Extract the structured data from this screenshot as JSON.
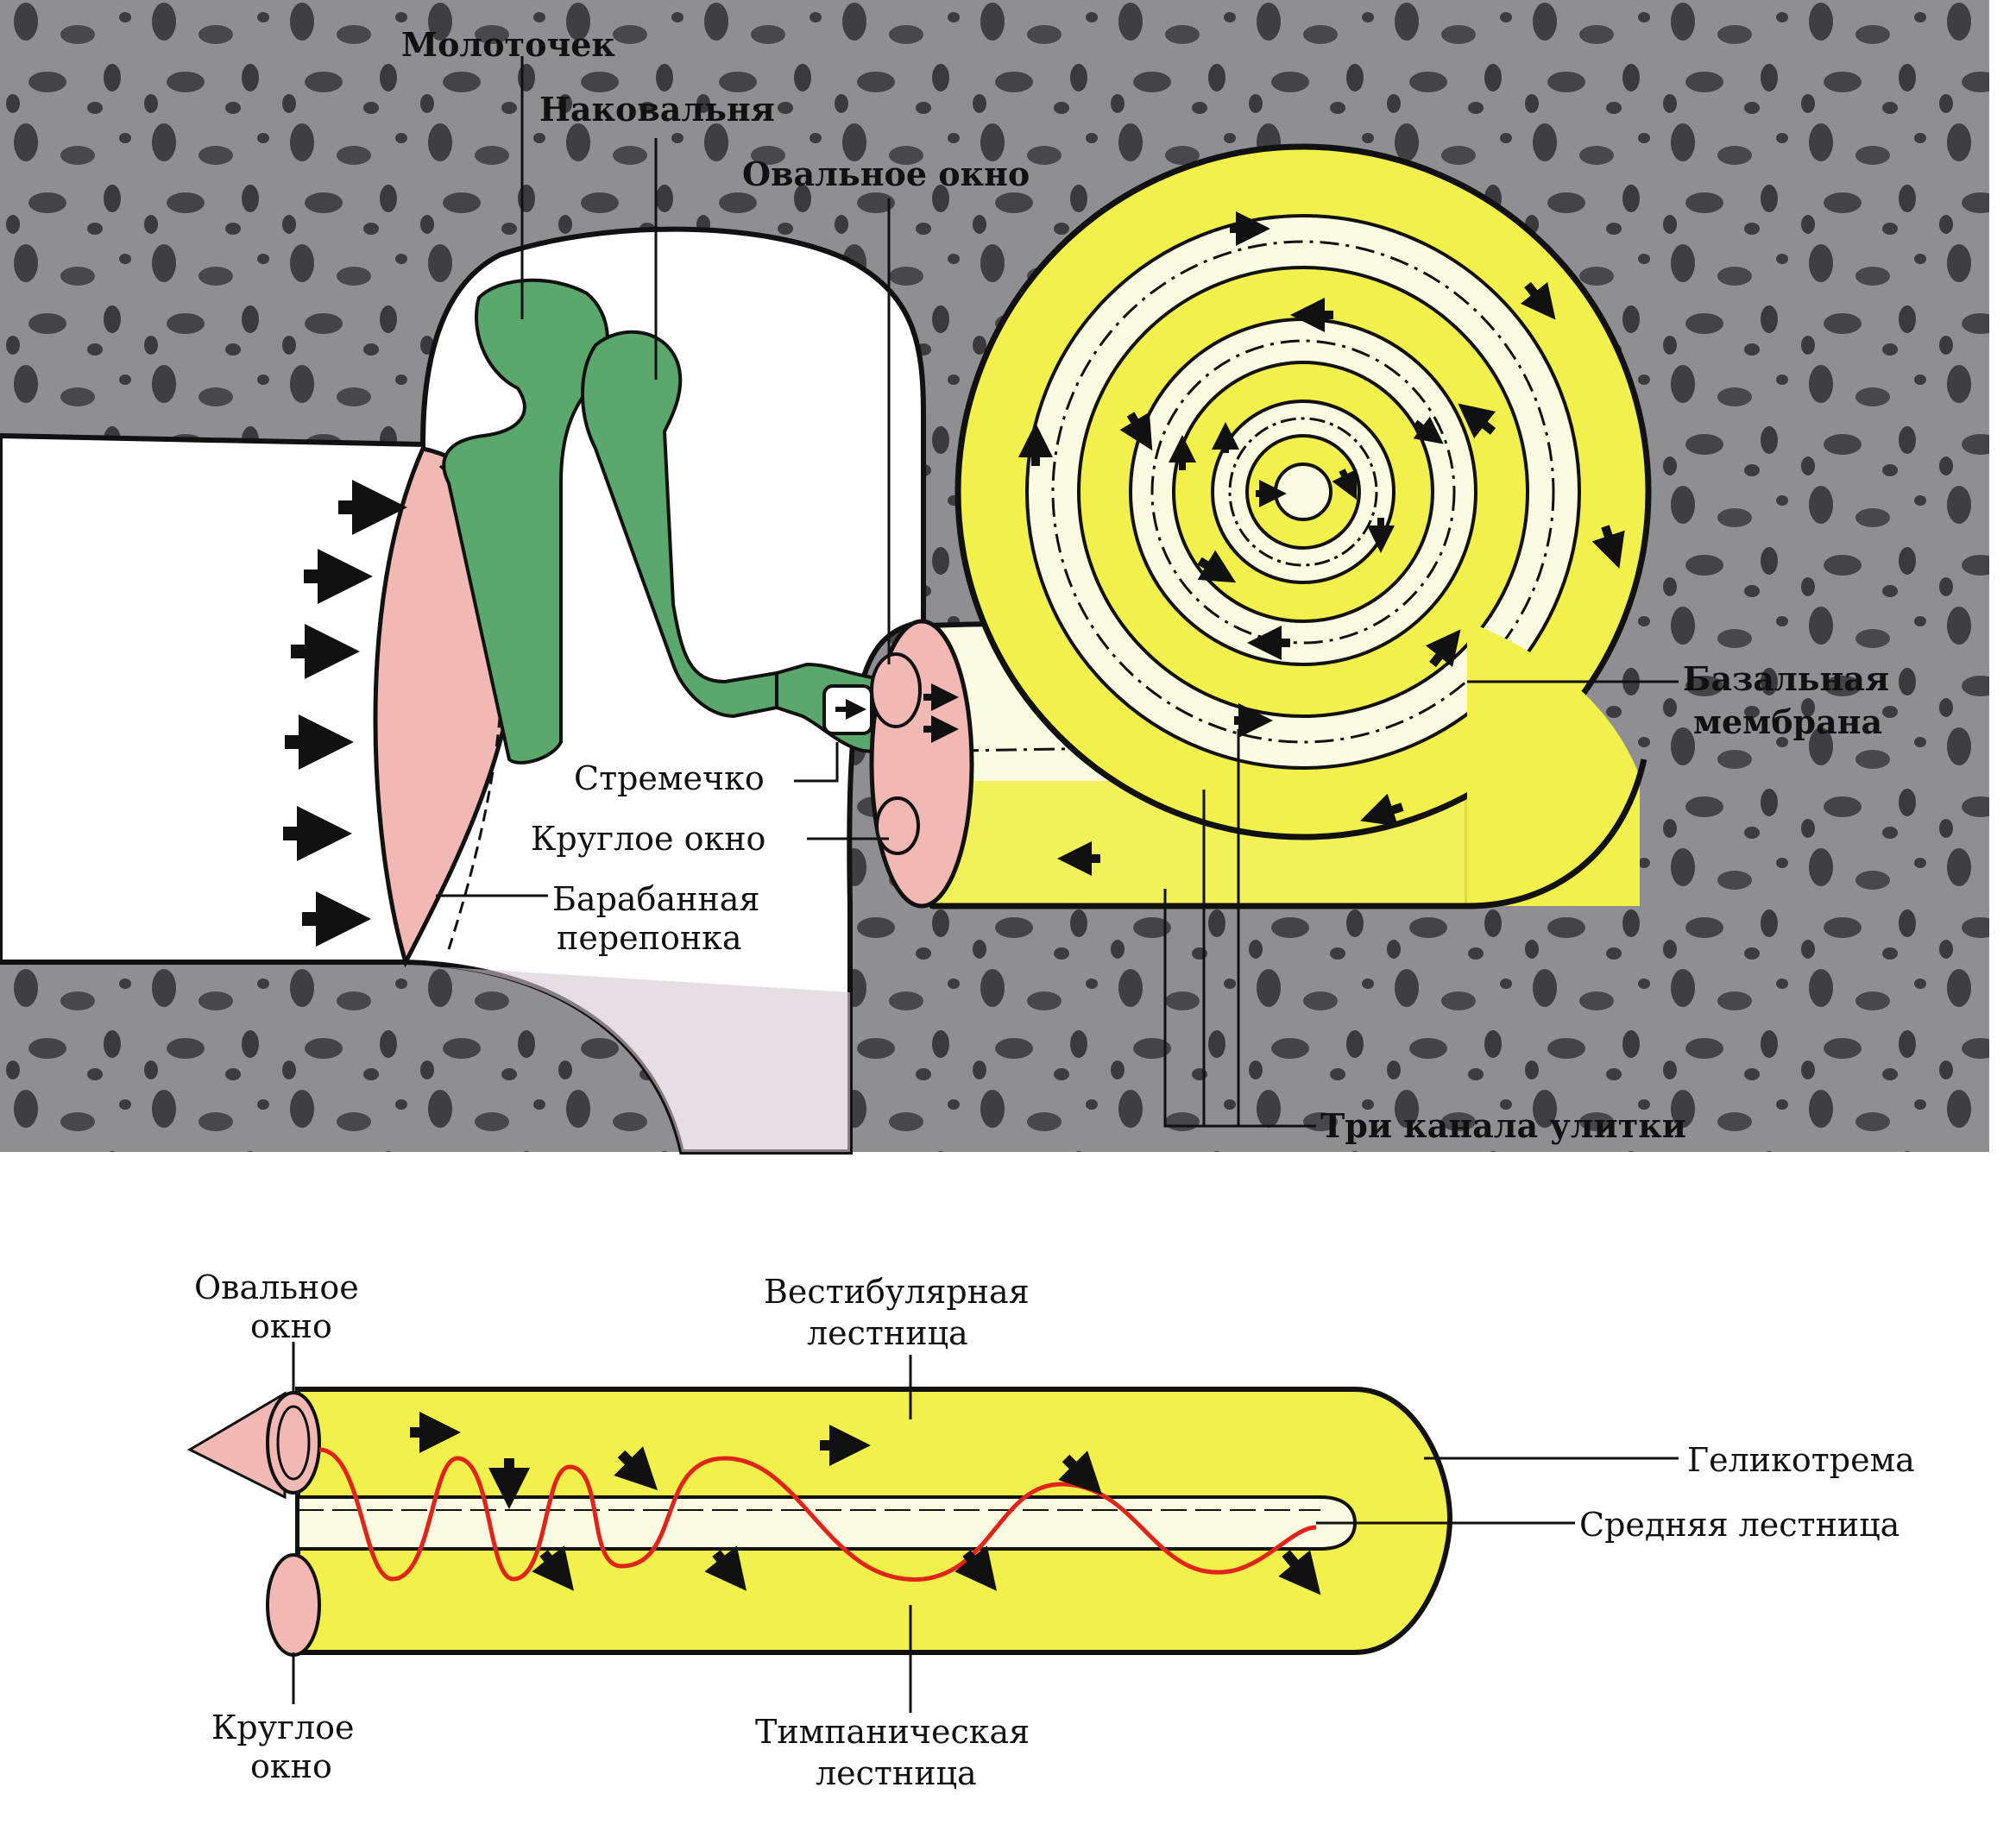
{
  "upper_diagram": {
    "labels": {
      "malleus": "Молоточек",
      "incus": "Наковальня",
      "oval_window": "Овальное окно",
      "basilar_membrane_line1": "Базальная",
      "basilar_membrane_line2": "мембрана",
      "stapes": "Стремечко",
      "round_window": "Круглое окно",
      "tympanic_membrane_line1": "Барабанная",
      "tympanic_membrane_line2": "перепонка",
      "cochlea_channels": "Три канала улитки"
    }
  },
  "lower_diagram": {
    "labels": {
      "oval_window_line1": "Овальное",
      "oval_window_line2": "окно",
      "scala_vestibuli_line1": "Вестибулярная",
      "scala_vestibuli_line2": "лестница",
      "helicotrema": "Геликотрема",
      "scala_media": "Средняя лестница",
      "round_window_line1": "Круглое",
      "round_window_line2": "окно",
      "scala_tympani_line1": "Тимпаническая",
      "scala_tympani_line2": "лестница"
    }
  },
  "colors": {
    "bone": "#8f8f93",
    "bone_holes": "#3a3a3e",
    "ossicles": "#5aa86c",
    "cochlea_fluid": "#f2f04a",
    "cochlea_pale": "#fbfbe2",
    "membrane_pink": "#f2b8b4",
    "wave_red": "#e2231a",
    "arrows": "#111111"
  }
}
